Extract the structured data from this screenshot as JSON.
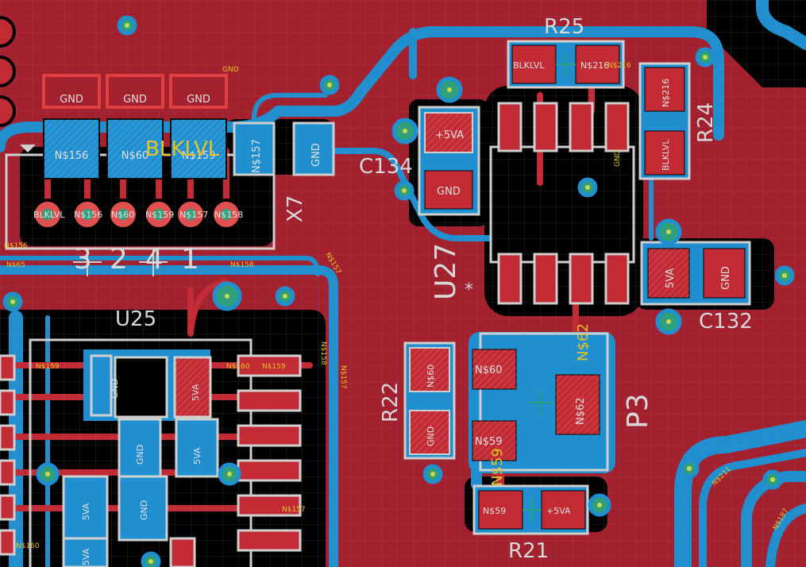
{
  "components": {
    "R25": "R25",
    "R24": "R24",
    "R22": "R22",
    "R21": "R21",
    "C134": "C134",
    "C132": "C132",
    "U27": "U27",
    "U25": "U25",
    "X7": "X7",
    "P3": "P3"
  },
  "connector_pin_numbers": [
    "3",
    "2",
    "4",
    "1"
  ],
  "signal_label": "BLKLVL",
  "pad_labels": {
    "gnd": "GND",
    "v5": "5VA",
    "v5plus": "+5VA",
    "blklvl": "BLKLVL",
    "n156": "N$156",
    "n60": "N$60",
    "n159": "N$159",
    "n157": "N$157",
    "n216": "N$216",
    "n62": "N$62",
    "n59": "N$59",
    "n158": "N$158"
  },
  "net_labels": {
    "n65": "N$65",
    "n156": "N$156",
    "n158": "N$158",
    "n157": "N$157",
    "n159": "N$159",
    "n160": "N$160",
    "n211": "N$211",
    "n187": "N$187",
    "n62": "N$62",
    "n59": "N$59",
    "n216": "N$216"
  },
  "colors": {
    "copper_top": "#a3202f",
    "copper_bottom": "#1f8fd0",
    "background": "#000000",
    "silkscreen": "#cfcfcf",
    "net_label": "#e6c229",
    "via": "#2fa07a"
  }
}
